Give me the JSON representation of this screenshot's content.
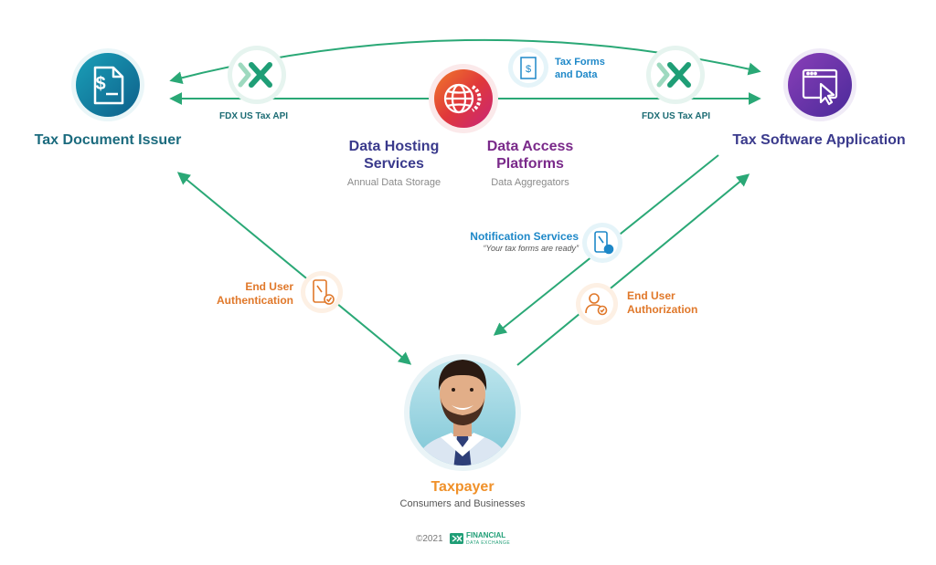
{
  "nodes": {
    "issuer": {
      "title": "Tax Document Issuer"
    },
    "hosting": {
      "title_line1": "Data Hosting",
      "title_line2": "Services",
      "subtitle": "Annual Data Storage"
    },
    "access": {
      "title_line1": "Data Access",
      "title_line2": "Platforms",
      "subtitle": "Data Aggregators"
    },
    "software": {
      "title": "Tax Software Application"
    },
    "taxpayer": {
      "title": "Taxpayer",
      "subtitle": "Consumers and Businesses"
    }
  },
  "api_labels": {
    "left": "FDX US Tax API",
    "right": "FDX US Tax API"
  },
  "tax_forms": {
    "line1": "Tax Forms",
    "line2": "and Data"
  },
  "notification": {
    "title": "Notification Services",
    "quote": "“Your tax forms are ready”"
  },
  "authentication": {
    "line1": "End User",
    "line2": "Authentication"
  },
  "authorization": {
    "line1": "End User",
    "line2": "Authorization"
  },
  "footer": {
    "copyright": "©2021",
    "logo_line1": "FINANCIAL",
    "logo_line2": "DATA EXCHANGE"
  },
  "colors": {
    "arrow": "#2aa876",
    "teal": "#1b6b7e",
    "indigo": "#3a3a8c",
    "purple": "#7a2a8a",
    "orange": "#f0912a",
    "blue": "#1e88c8"
  }
}
